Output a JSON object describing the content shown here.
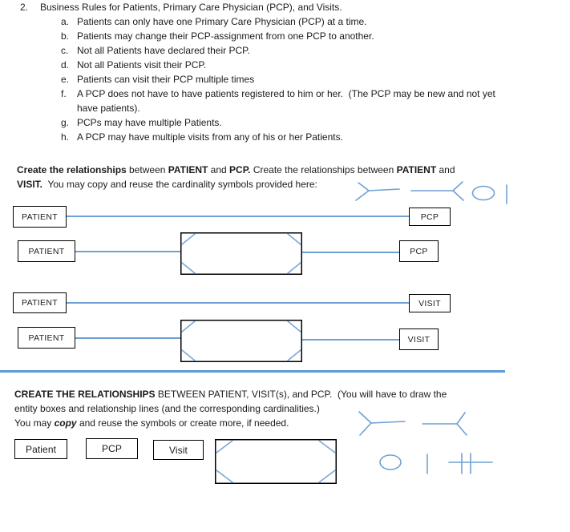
{
  "colors": {
    "shape_blue": "#6fa0d4",
    "chamfer_blue": "#7aa7d8",
    "divider_blue": "#5b9bd5",
    "box_border": "#000000",
    "text": "#1b1b1b",
    "background": "#ffffff"
  },
  "rules": {
    "number": "2.",
    "title": "Business Rules for Patients, Primary Care Physician (PCP), and Visits.",
    "items": [
      {
        "letter": "a.",
        "text": "Patients can only have one Primary Care Physician (PCP) at a time."
      },
      {
        "letter": "b.",
        "text": "Patients may change their PCP-assignment from one PCP to another."
      },
      {
        "letter": "c.",
        "text": "Not all Patients have declared their PCP."
      },
      {
        "letter": "d.",
        "text": "Not all Patients visit their PCP."
      },
      {
        "letter": "e.",
        "text": "Patients can visit their PCP multiple times"
      },
      {
        "letter": "f.",
        "text": "A PCP does not have to have patients registered to him or her.  (The PCP may be new and not yet\nhave patients)."
      },
      {
        "letter": "g.",
        "text": "PCPs may have multiple Patients."
      },
      {
        "letter": "h.",
        "text": "A PCP may have multiple visits from any of his or her Patients."
      }
    ]
  },
  "instructions1": {
    "segments": [
      {
        "t": "Create the relationships",
        "b": true
      },
      {
        "t": " between "
      },
      {
        "t": "PATIENT",
        "b": true
      },
      {
        "t": " and "
      },
      {
        "t": "PCP.",
        "b": true
      },
      {
        "t": " Create the relationships between "
      },
      {
        "t": "PATIENT",
        "b": true
      },
      {
        "t": " and\n"
      },
      {
        "t": "VISIT.",
        "b": true
      },
      {
        "t": "  You may copy and reuse the cardinality symbols provided here:"
      }
    ]
  },
  "diagram": {
    "rows": [
      {
        "left": "PATIENT",
        "right": "PCP"
      },
      {
        "left": "PATIENT",
        "right": "PCP"
      },
      {
        "left": "PATIENT",
        "right": "VISIT"
      },
      {
        "left": "PATIENT",
        "right": "VISIT"
      }
    ]
  },
  "instructions2": {
    "segments": [
      {
        "t": "CREATE THE RELATIONSHIPS",
        "b": true
      },
      {
        "t": " BETWEEN PATIENT, VISIT(s), and PCP.  (You will have to draw the\nentity boxes and relationship lines (and the corresponding cardinalities.)\nYou may "
      },
      {
        "t": "copy",
        "bi": true
      },
      {
        "t": " and reuse the symbols or create more, if needed."
      }
    ]
  },
  "bottom": {
    "boxes": [
      {
        "label": "Patient"
      },
      {
        "label": "PCP"
      },
      {
        "label": "Visit"
      }
    ]
  },
  "cardinality_symbols": {
    "top": [
      "crows-foot-many-left",
      "crows-foot-many-right",
      "circle-optional",
      "bar-one"
    ],
    "bottom": [
      "crows-foot-many-left",
      "crows-foot-many-right",
      "circle-optional",
      "bar-one",
      "double-bar-one-and-only-one"
    ]
  }
}
